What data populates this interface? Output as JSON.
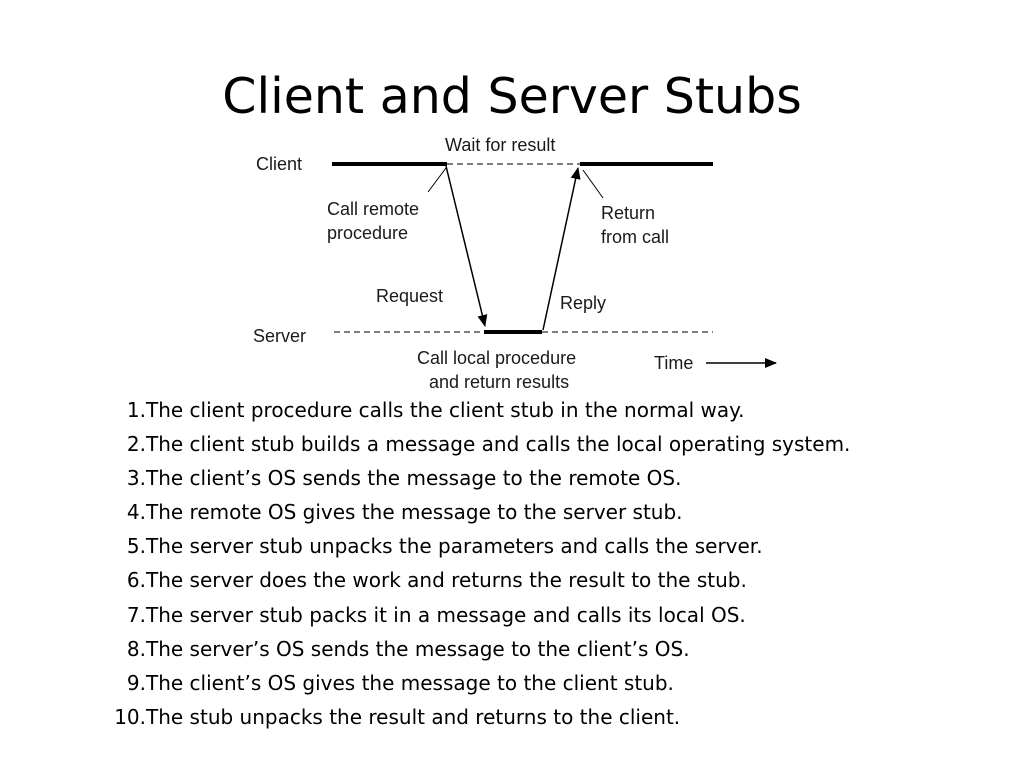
{
  "slide": {
    "title": "Client and Server Stubs"
  },
  "diagram": {
    "labels": {
      "client": "Client",
      "server": "Server",
      "wait_for_result": "Wait for result",
      "call_remote_line1": "Call remote",
      "call_remote_line2": "procedure",
      "return_line1": "Return",
      "return_line2": "from call",
      "request": "Request",
      "reply": "Reply",
      "call_local_line1": "Call local procedure",
      "call_local_line2": "and return results",
      "time": "Time"
    }
  },
  "steps": [
    {
      "num": "1.",
      "text": "The client procedure calls the client stub in the normal way."
    },
    {
      "num": "2.",
      "text": "The client stub builds a message and calls the local operating system."
    },
    {
      "num": "3.",
      "text": "The client’s OS sends the message to the remote OS."
    },
    {
      "num": "4.",
      "text": "The remote OS gives the message to the server stub."
    },
    {
      "num": "5.",
      "text": "The server stub unpacks the parameters and calls the server."
    },
    {
      "num": "6.",
      "text": "The server does the work and returns the result to the stub."
    },
    {
      "num": "7.",
      "text": "The server stub packs it in a message and calls its local OS."
    },
    {
      "num": "8.",
      "text": "The server’s OS sends the message to the client’s OS."
    },
    {
      "num": "9.",
      "text": "The client’s OS gives the message to the client stub."
    },
    {
      "num": "10.",
      "text": "The stub unpacks the result and returns to the client."
    }
  ]
}
